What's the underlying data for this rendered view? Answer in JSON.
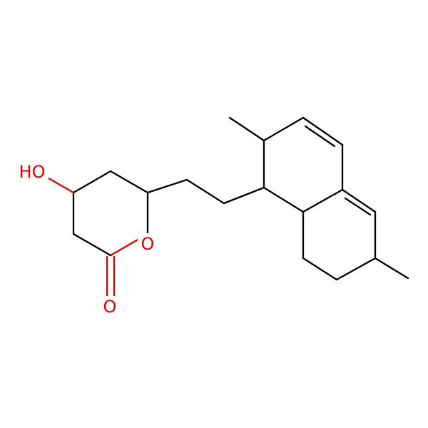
{
  "molecule": {
    "atom_labels": [
      {
        "id": "hydroxyl",
        "text": "HO"
      },
      {
        "id": "ring-oxygen",
        "text": "O"
      },
      {
        "id": "carbonyl-oxygen",
        "text": "O"
      }
    ],
    "colors": {
      "bond": "#000000",
      "oxygen": "#e00000",
      "background": "#ffffff"
    }
  }
}
